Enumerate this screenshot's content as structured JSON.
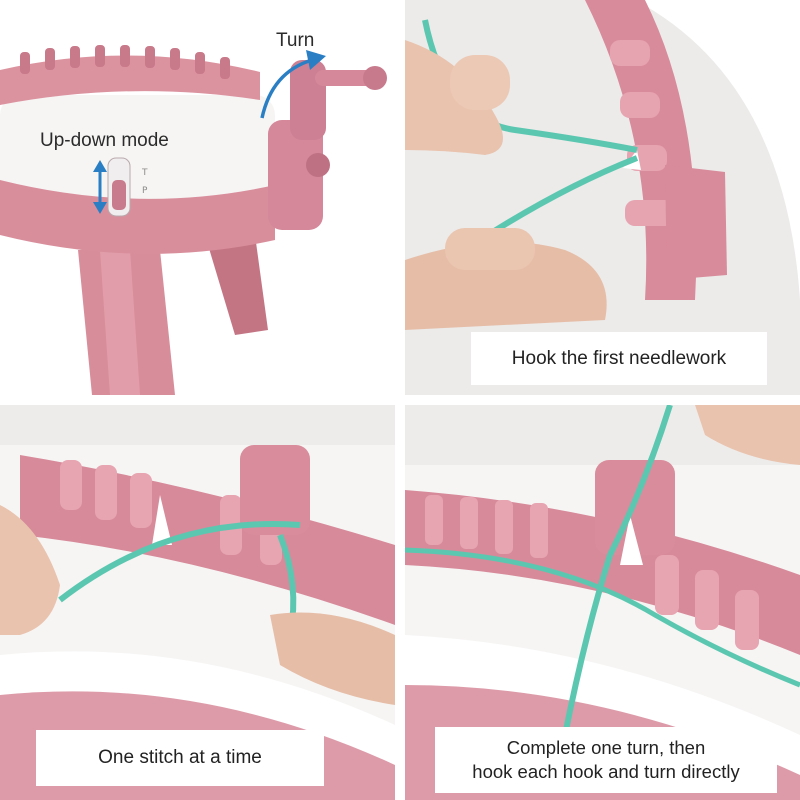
{
  "panels": [
    {
      "annotations": {
        "turn": "Turn",
        "updown": "Up-down mode"
      }
    },
    {
      "caption": "Hook the first needlework"
    },
    {
      "caption": "One stitch at a time"
    },
    {
      "caption_line1": "Complete one turn, then",
      "caption_line2": "hook each hook and turn directly"
    }
  ],
  "colors": {
    "loom_pink": "#c97b8a",
    "loom_pink_light": "#e3a7b2",
    "loom_white": "#f7f6f5",
    "yarn": "#5cc7b0",
    "skin": "#e9c3ae",
    "arrow_blue": "#2a7fc4"
  },
  "icons": [
    "turn-arrow-icon",
    "updown-arrow-icon"
  ]
}
